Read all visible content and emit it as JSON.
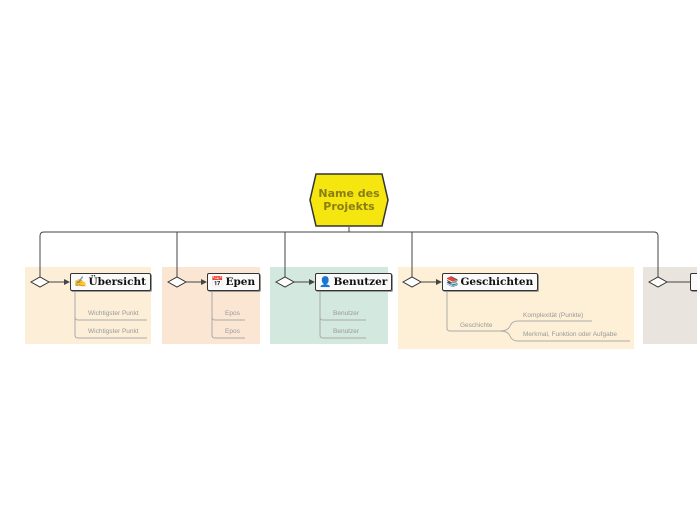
{
  "root": {
    "title": "Name des Projekts"
  },
  "branches": [
    {
      "icon": "✍",
      "icon_name": "writing-hand-icon",
      "label": "Übersicht",
      "color": "#fdefd7",
      "children": [
        "Wichtigster Punkt",
        "Wichtigster Punkt"
      ]
    },
    {
      "icon": "📅",
      "icon_name": "calendar-icon",
      "label": "Epen",
      "color": "#fbe6d3",
      "children": [
        "Epos",
        "Epos"
      ]
    },
    {
      "icon": "👤",
      "icon_name": "user-icon",
      "label": "Benutzer",
      "color": "#d3e8df",
      "children": [
        "Benutzer",
        "Benutzer"
      ]
    },
    {
      "icon": "📚",
      "icon_name": "books-icon",
      "label": "Geschichten",
      "color": "#fdf0d6",
      "children": [
        "Geschichte"
      ],
      "grandchildren": [
        "Komplexität (Punkte)",
        "Merkmal, Funktion oder Aufgabe"
      ]
    },
    {
      "icon": "",
      "icon_name": "partial-topic",
      "label": "",
      "color": "#e9e5de",
      "children": []
    }
  ],
  "colors": {
    "root_fill": "#f5e60f",
    "root_text": "#8a7d12",
    "line": "#444444"
  }
}
